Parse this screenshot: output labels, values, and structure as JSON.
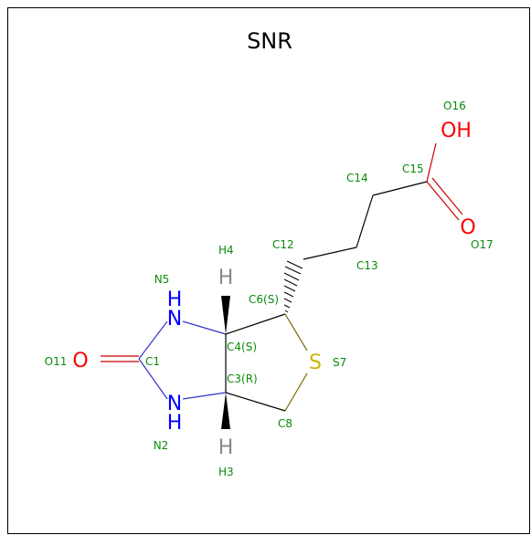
{
  "title": "SNR",
  "colors": {
    "bond": "#000000",
    "nitrogen": "#0000ff",
    "oxygen": "#ff0000",
    "sulfur": "#ccb400",
    "hydrogen": "#888888",
    "label": "#0b8a0b"
  },
  "atoms": {
    "n5_symbol": "N",
    "n5_h": "H",
    "n2_symbol": "N",
    "n2_h": "H",
    "o11_symbol": "O",
    "s7_symbol": "S",
    "o16_symbol": "OH",
    "o17_symbol": "O",
    "h4_symbol": "H",
    "h3_symbol": "H"
  },
  "labels": {
    "c1": "C1",
    "n2": "N2",
    "c3": "C3(R)",
    "c4": "C4(S)",
    "n5": "N5",
    "c6": "C6(S)",
    "s7": "S7",
    "c8": "C8",
    "o11": "O11",
    "c12": "C12",
    "c13": "C13",
    "c14": "C14",
    "c15": "C15",
    "o16": "O16",
    "o17": "O17",
    "h4": "H4",
    "h3": "H3"
  }
}
